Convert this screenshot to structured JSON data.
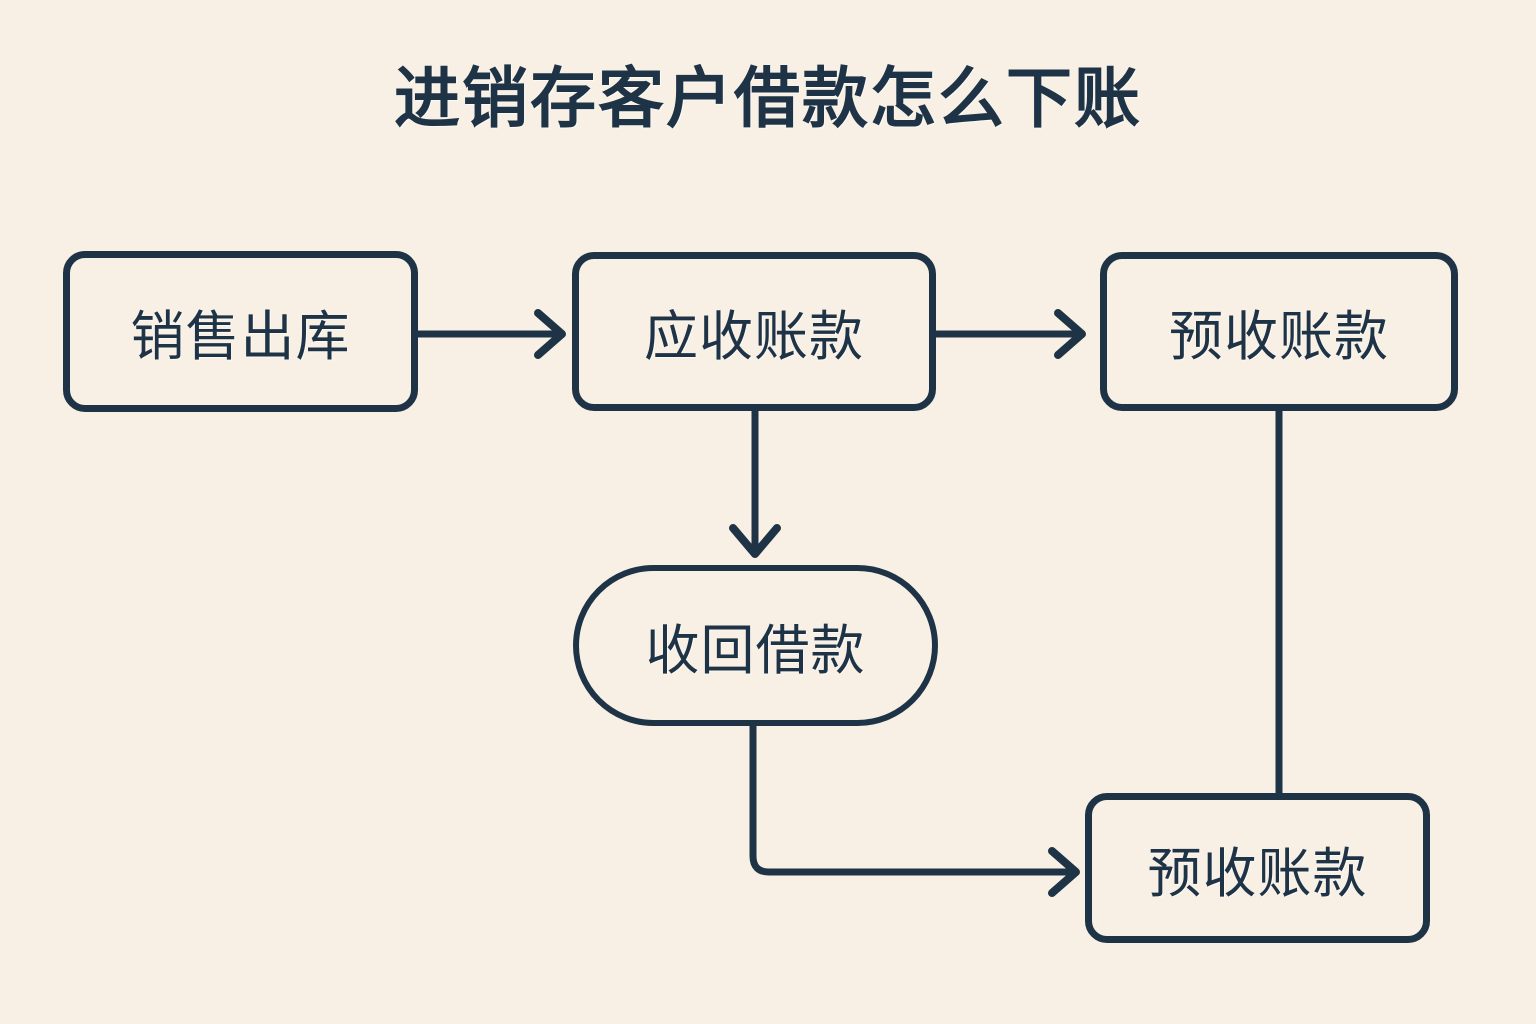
{
  "page": {
    "title": "进销存客户借款怎么下账",
    "background_color": "#f8f0e5",
    "stroke_color": "#1f3347",
    "text_color": "#1f3347"
  },
  "diagram": {
    "type": "flowchart",
    "nodes": [
      {
        "id": "n1",
        "label": "销售出库",
        "shape": "rounded-rect"
      },
      {
        "id": "n2",
        "label": "应收账款",
        "shape": "rounded-rect"
      },
      {
        "id": "n3",
        "label": "预收账款",
        "shape": "rounded-rect"
      },
      {
        "id": "n4",
        "label": "收回借款",
        "shape": "pill"
      },
      {
        "id": "n5",
        "label": "预收账款",
        "shape": "rounded-rect"
      }
    ],
    "edges": [
      {
        "id": "e1",
        "from": "n1",
        "to": "n2",
        "style": "straight-horizontal",
        "arrowhead": true
      },
      {
        "id": "e2",
        "from": "n2",
        "to": "n3",
        "style": "straight-horizontal",
        "arrowhead": true
      },
      {
        "id": "e3",
        "from": "n2",
        "to": "n4",
        "style": "straight-vertical",
        "arrowhead": true
      },
      {
        "id": "e4",
        "from": "n4",
        "to": "n5",
        "style": "elbow-down-right",
        "arrowhead": true
      },
      {
        "id": "e5",
        "from": "n3",
        "to": "n5",
        "style": "straight-vertical",
        "arrowhead": false
      }
    ]
  }
}
